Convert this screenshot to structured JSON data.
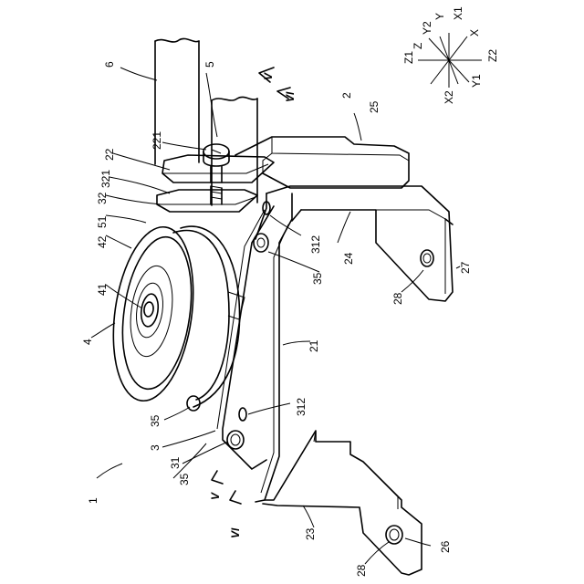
{
  "labels": {
    "ref_1": "1",
    "ref_2": "2",
    "ref_3": "3",
    "ref_4": "4",
    "ref_5": "5",
    "ref_6": "6",
    "ref_21": "21",
    "ref_22": "22",
    "ref_23": "23",
    "ref_24": "24",
    "ref_25": "25",
    "ref_26": "26",
    "ref_27": "27",
    "ref_28": "28",
    "ref_31": "31",
    "ref_32": "32",
    "ref_35": "35",
    "ref_41": "41",
    "ref_42": "42",
    "ref_51": "51",
    "ref_221": "221",
    "ref_312": "312",
    "ref_321": "321",
    "section_v": "V",
    "section_vi": "VI"
  },
  "axes": {
    "x": "X",
    "x1": "X1",
    "x2": "X2",
    "y": "Y",
    "y1": "Y1",
    "y2": "Y2",
    "z": "Z",
    "z1": "Z1",
    "z2": "Z2"
  }
}
